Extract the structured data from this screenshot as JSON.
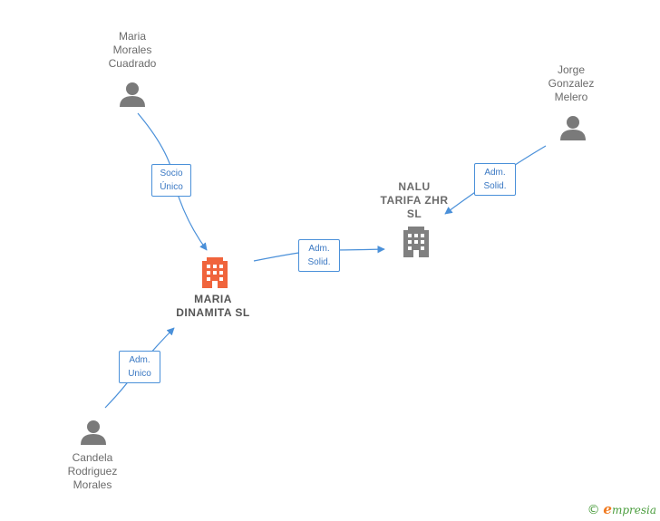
{
  "nodes": {
    "maria_morales": {
      "label": "Maria\nMorales\nCuadrado",
      "type": "person"
    },
    "jorge_gonzalez": {
      "label": "Jorge\nGonzalez\nMelero",
      "type": "person"
    },
    "candela_rodriguez": {
      "label": "Candela\nRodriguez\nMorales",
      "type": "person"
    },
    "maria_dinamita": {
      "label": "MARIA\nDINAMITA  SL",
      "type": "company-main"
    },
    "nalu_tarifa": {
      "label": "NALU\nTARIFA ZHR\nSL",
      "type": "company"
    }
  },
  "edges": {
    "socio_unico": {
      "label": "Socio\nÚnico"
    },
    "adm_solid_main": {
      "label": "Adm.\nSolid."
    },
    "adm_solid_jorge": {
      "label": "Adm.\nSolid."
    },
    "adm_unico": {
      "label": "Adm.\nUnico"
    }
  },
  "colors": {
    "edge": "#4a90d9",
    "person_icon": "#7a7a7a",
    "company_main_icon": "#f0643c",
    "company_icon": "#808080"
  },
  "brand": {
    "copyright": "©",
    "initial": "e",
    "rest": "mpresia"
  }
}
